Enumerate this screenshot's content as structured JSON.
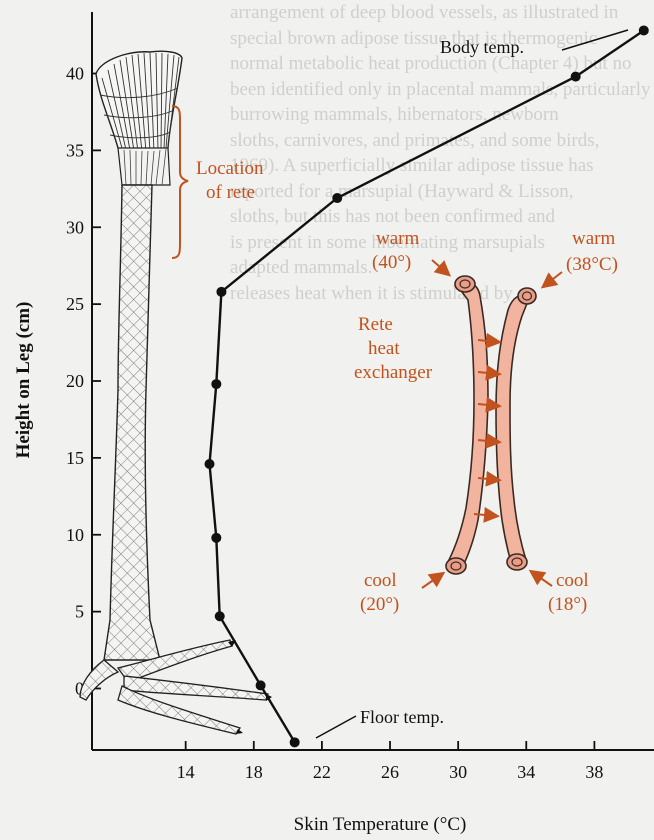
{
  "background_text": [
    "arrangement of deep blood vessels, as illustrated in",
    "special brown adipose tissue that is thermogenic",
    "normal metabolic heat production (Chapter 4) but no",
    "been identified only in placental mammals, particularly",
    "burrowing mammals, hibernators, newborn",
    "sloths, carnivores, and primates, and some birds,",
    "1969). A superficially similar adipose tissue has",
    "reported for a marsupial (Hayward & Lisson,",
    "sloths, but this has not been confirmed and",
    "is present in some hibernating marsupials",
    "adapted mammals.",
    "releases heat when it is stimulated by"
  ],
  "chart_data": {
    "type": "line",
    "title": "",
    "xlabel": "Skin Temperature (°C)",
    "ylabel": "Height on Leg (cm)",
    "xlim": [
      8.5,
      41.5
    ],
    "ylim": [
      -4,
      44
    ],
    "x_ticks": [
      14,
      18,
      22,
      26,
      30,
      34,
      38
    ],
    "y_ticks": [
      0,
      5,
      10,
      15,
      20,
      25,
      30,
      35,
      40
    ],
    "grid": false,
    "series": [
      {
        "name": "",
        "points": [
          {
            "x": 20.4,
            "y": -3.5
          },
          {
            "x": 18.4,
            "y": 0.2
          },
          {
            "x": 16.0,
            "y": 4.7
          },
          {
            "x": 15.8,
            "y": 9.8
          },
          {
            "x": 15.4,
            "y": 14.6
          },
          {
            "x": 15.8,
            "y": 19.8
          },
          {
            "x": 16.1,
            "y": 25.8
          },
          {
            "x": 22.9,
            "y": 31.9
          },
          {
            "x": 36.9,
            "y": 39.8
          },
          {
            "x": 40.9,
            "y": 42.8
          }
        ]
      }
    ],
    "annotations": {
      "body_temp": "Body temp.",
      "floor_temp": "Floor temp."
    }
  },
  "rete_label": {
    "line1": "Location",
    "line2": "of rete"
  },
  "exchanger": {
    "title_line1": "Rete",
    "title_line2": "heat",
    "title_line3": "exchanger",
    "warm_left_1": "warm",
    "warm_left_2": "(40°)",
    "warm_right_1": "warm",
    "warm_right_2": "(38°C)",
    "cool_left_1": "cool",
    "cool_left_2": "(20°)",
    "cool_right_1": "cool",
    "cool_right_2": "(18°)"
  },
  "colors": {
    "accent_orange": "#c2521e",
    "vessel_fill": "#f2b39f",
    "line": "#111111"
  }
}
